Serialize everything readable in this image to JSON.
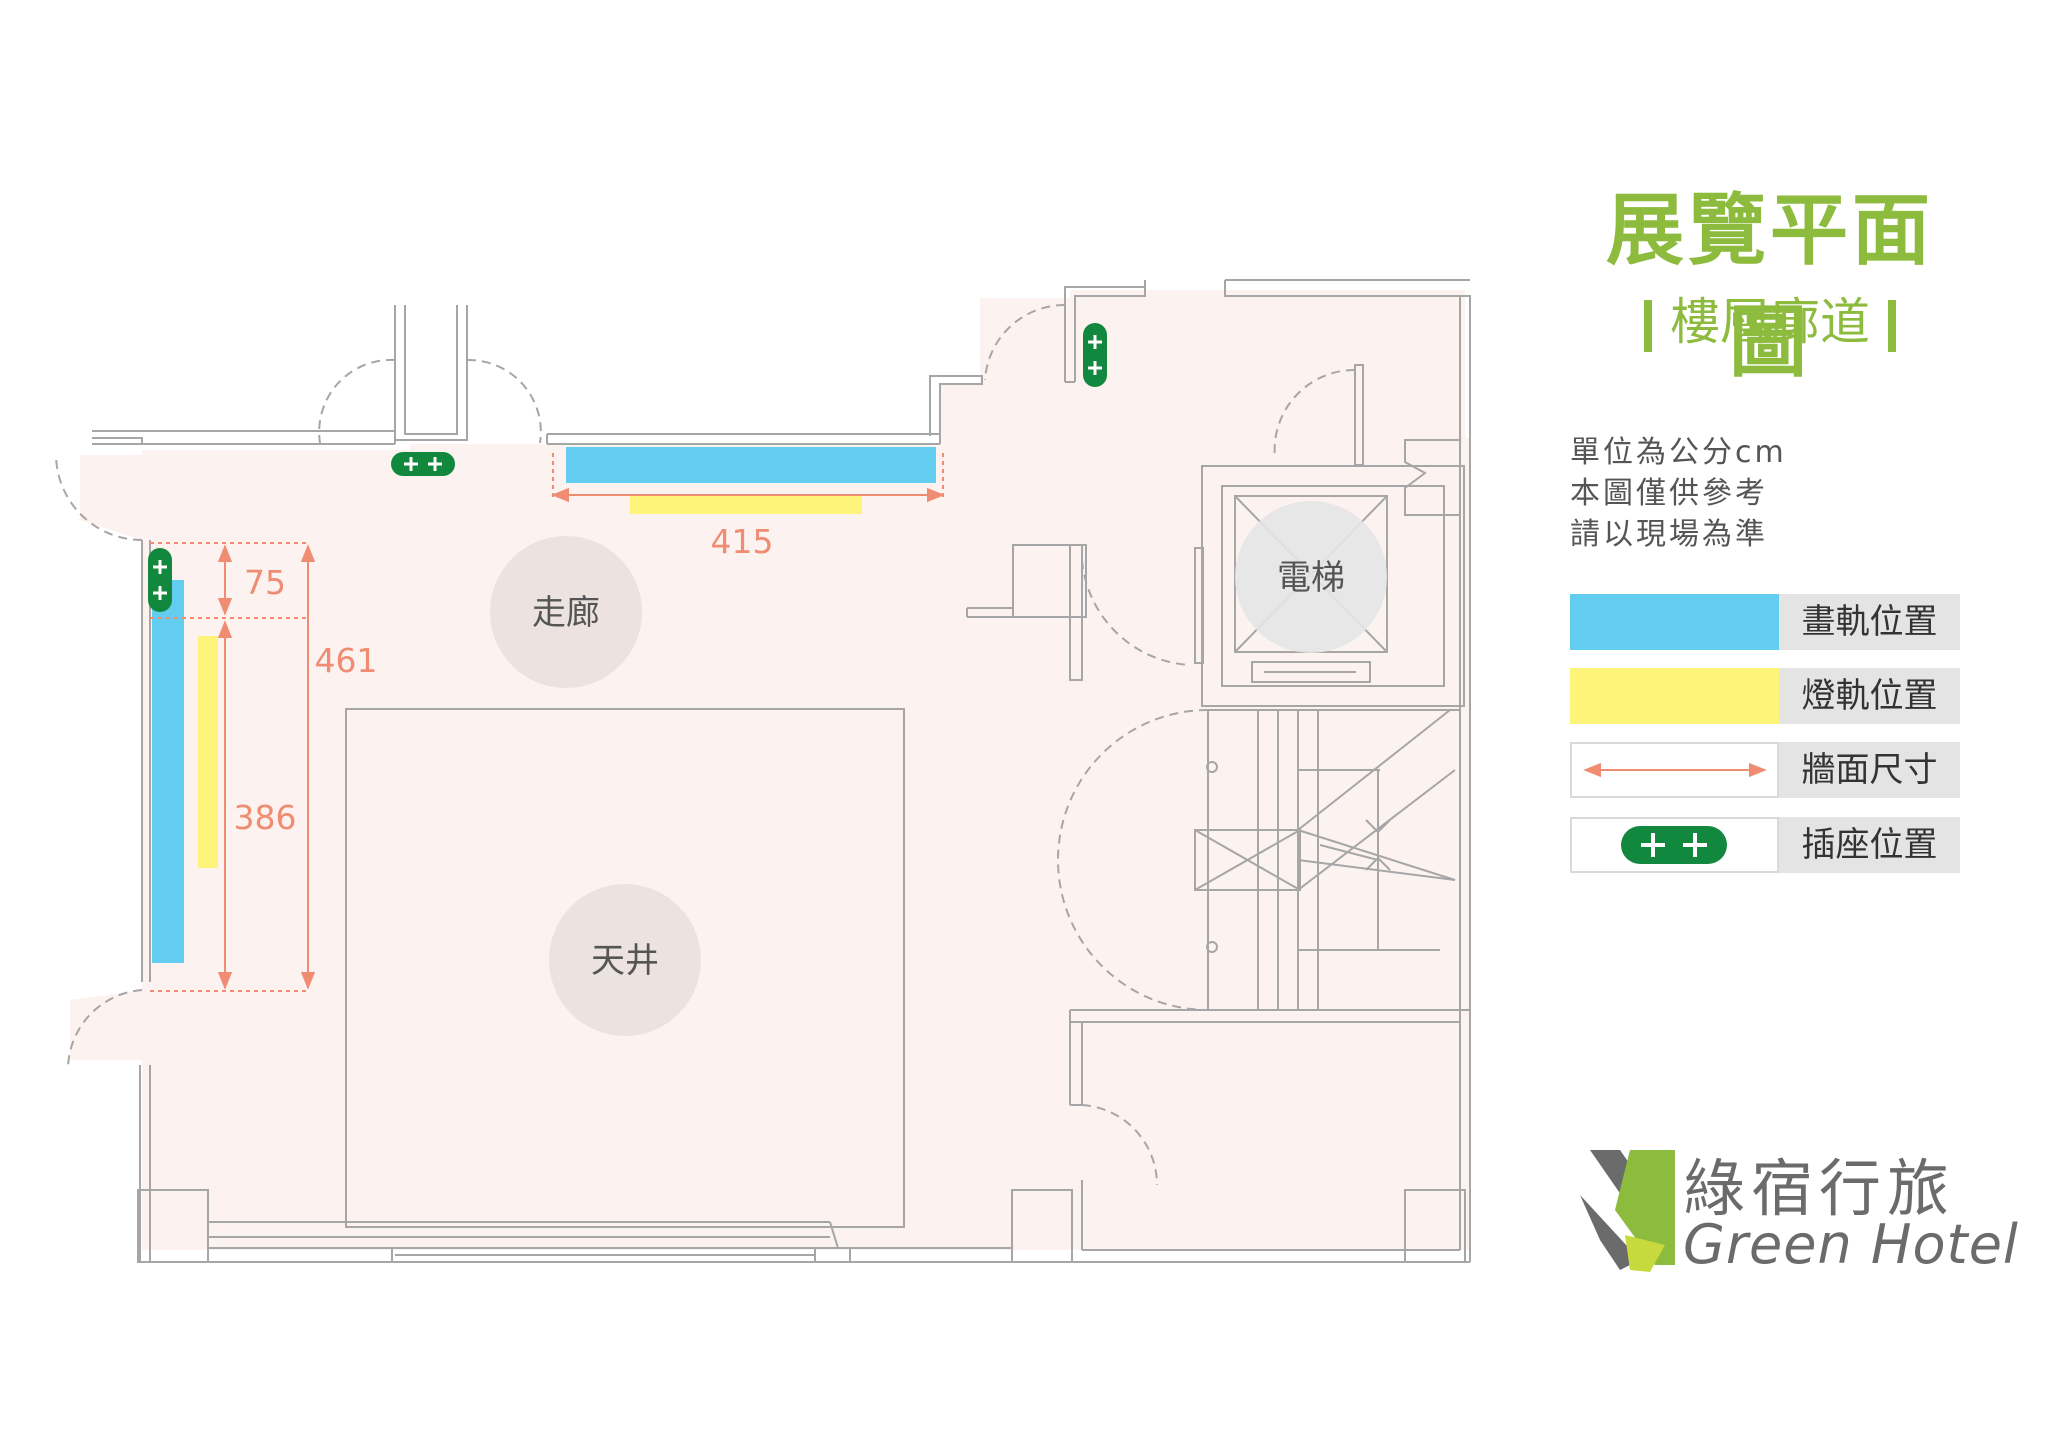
{
  "header": {
    "title": "展覽平面圖",
    "subtitle": "樓層廊道"
  },
  "notes": [
    "單位為公分cm",
    "本圖僅供參考",
    "請以現場為準"
  ],
  "legend": [
    {
      "label": "畫軌位置",
      "kind": "painting-rail",
      "color": "#62cdee"
    },
    {
      "label": "燈軌位置",
      "kind": "light-rail",
      "color": "#fdf57a"
    },
    {
      "label": "牆面尺寸",
      "kind": "wall-dimension",
      "color": "#ef8c72"
    },
    {
      "label": "插座位置",
      "kind": "socket",
      "color": "#12873e"
    }
  ],
  "plan": {
    "rooms": {
      "corridor": "走廊",
      "atrium": "天井",
      "elevator": "電梯"
    },
    "dimensions": {
      "top_wall": "415",
      "left_upper": "75",
      "left_total": "461",
      "left_lower": "386"
    },
    "colors": {
      "floor": "#fcf3f1",
      "room_marker": "#ece2e0",
      "wall_line": "#a6a6a6",
      "elevator_marker": "#e5e5e5"
    }
  },
  "logo": {
    "name_cn": "綠宿行旅",
    "name_en": "Green Hotel",
    "colors": [
      "#8cbb3e",
      "#6b6b6b",
      "#c7d93c"
    ]
  }
}
